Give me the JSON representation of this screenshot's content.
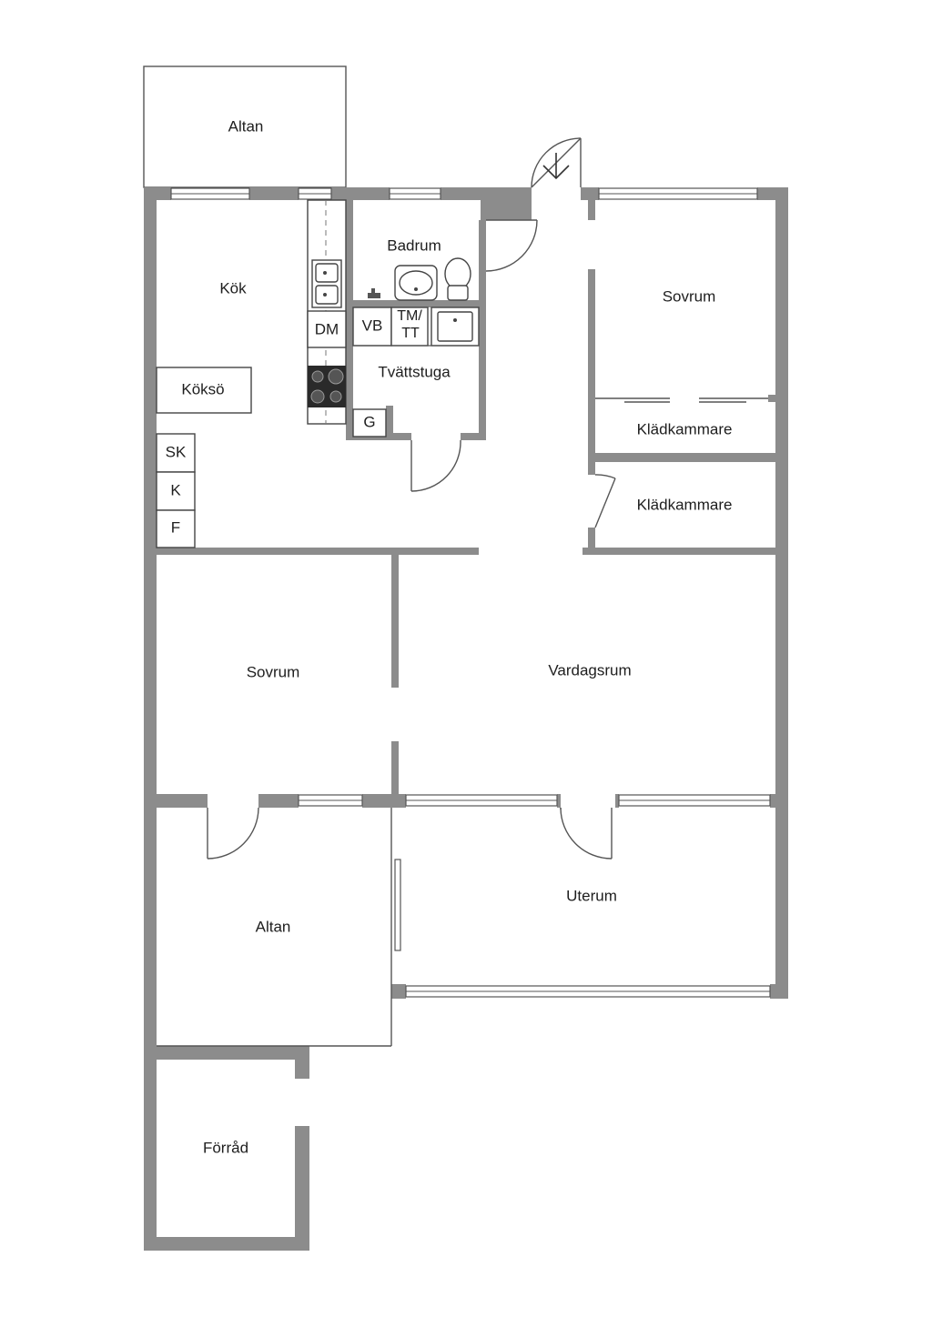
{
  "rooms": {
    "altan_top": "Altan",
    "kok": "Kök",
    "badrum": "Badrum",
    "sovrum_right": "Sovrum",
    "dm": "DM",
    "vb": "VB",
    "tm_tt_line1": "TM/",
    "tm_tt_line2": "TT",
    "tvattstuga": "Tvättstuga",
    "koksö": "Köksö",
    "g": "G",
    "sk": "SK",
    "k": "K",
    "f": "F",
    "kladkammare_1": "Klädkammare",
    "kladkammare_2": "Klädkammare",
    "sovrum_left": "Sovrum",
    "vardagsrum": "Vardagsrum",
    "uterum": "Uterum",
    "altan_bottom": "Altan",
    "forrad": "Förråd"
  },
  "icons": {
    "entrance": "entrance-arrow-icon",
    "stove": "stove-icon",
    "sink": "sink-icon",
    "toilet": "toilet-icon",
    "washbasin": "washbasin-icon"
  },
  "colors": {
    "wall": "#8c8c8c",
    "line": "#555555",
    "background": "#ffffff"
  }
}
